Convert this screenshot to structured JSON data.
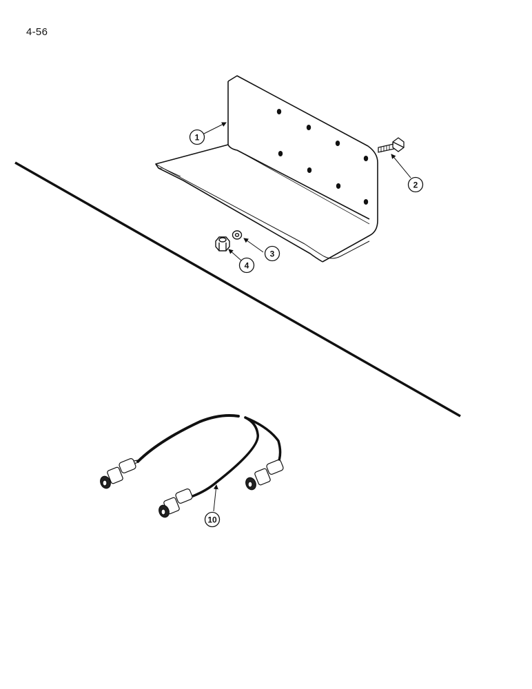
{
  "page_number": "4-56",
  "callouts": [
    {
      "id": "callout-1",
      "label": "1"
    },
    {
      "id": "callout-2",
      "label": "2"
    },
    {
      "id": "callout-3",
      "label": "3"
    },
    {
      "id": "callout-4",
      "label": "4"
    },
    {
      "id": "callout-10",
      "label": "10"
    }
  ]
}
